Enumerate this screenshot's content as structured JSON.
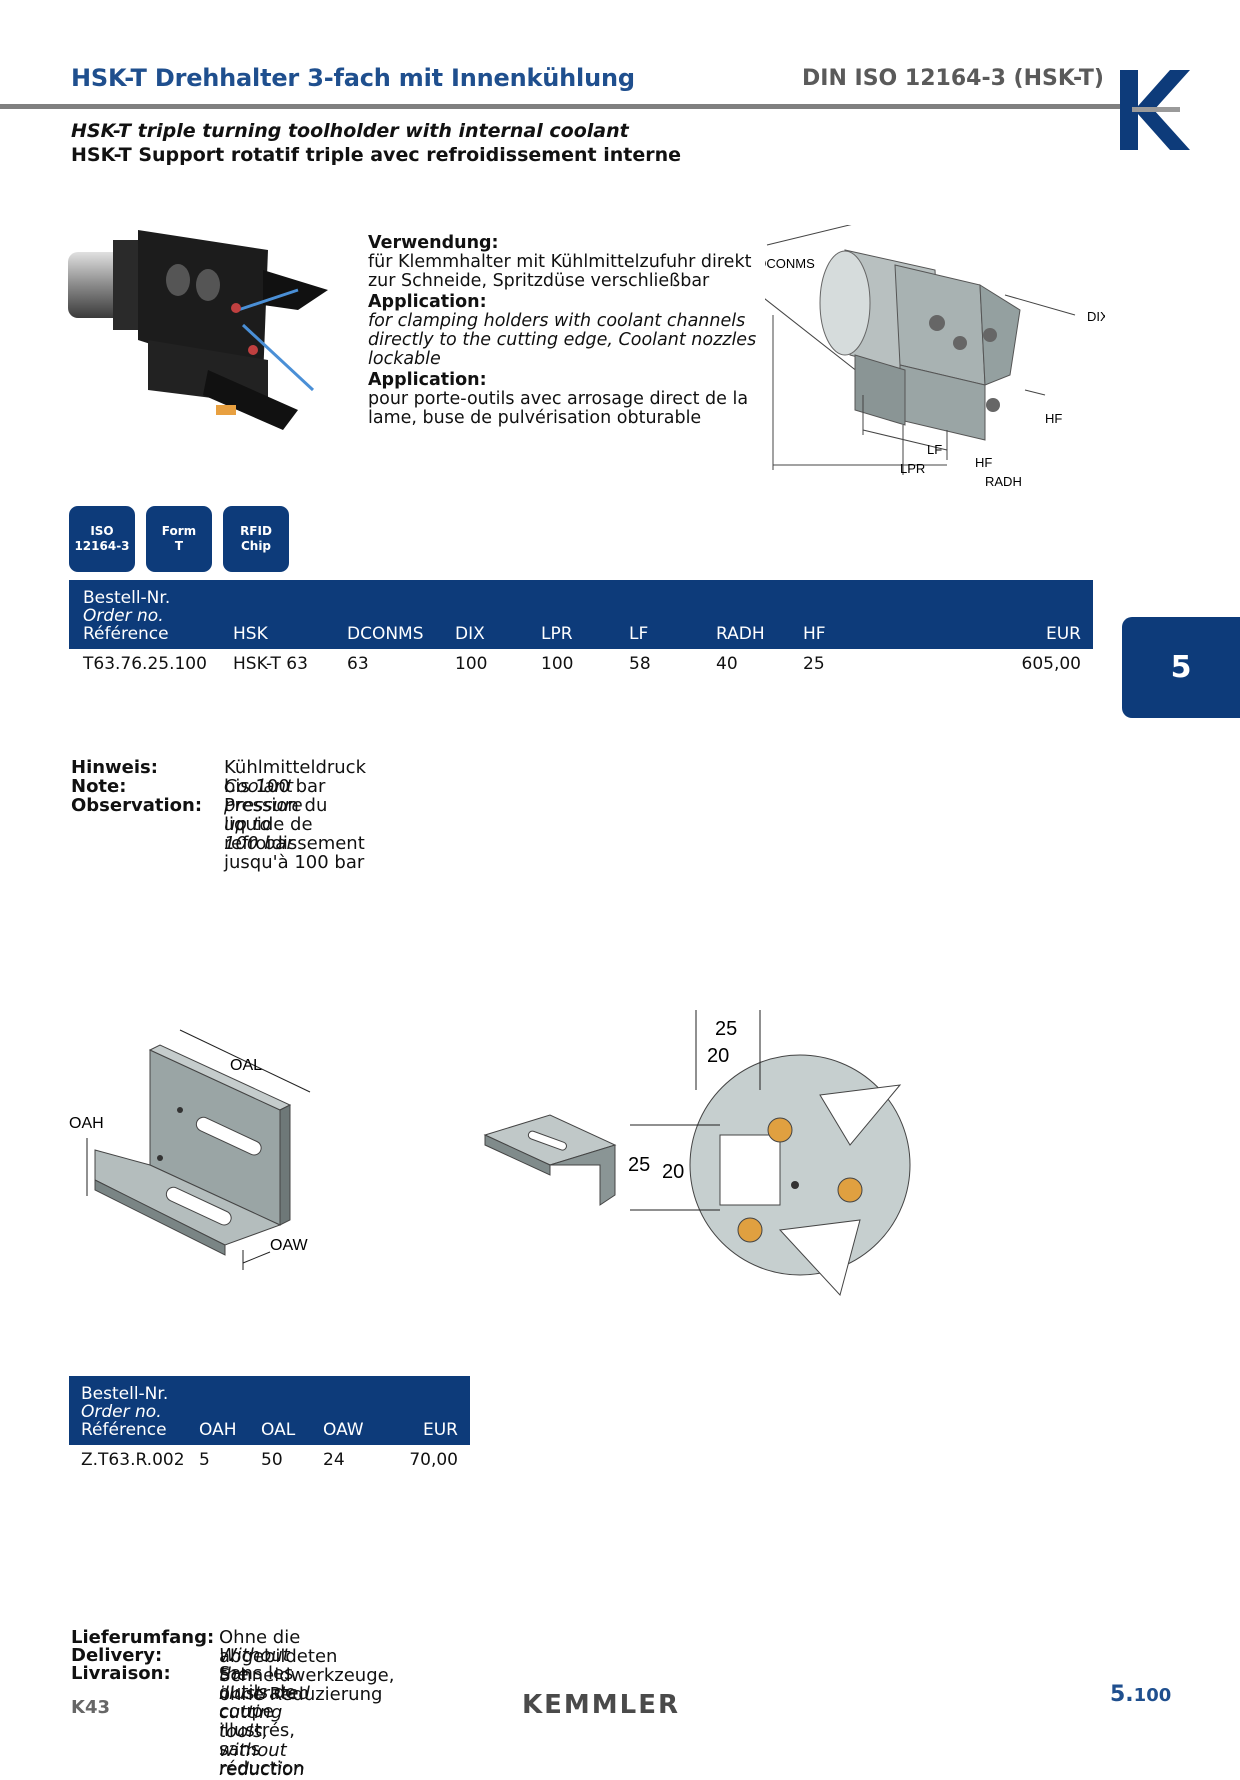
{
  "header": {
    "title_de": "HSK-T Drehhalter 3-fach mit Innenkühlung",
    "title_din": "DIN ISO 12164-3 (HSK-T)",
    "subtitle_en": "HSK-T triple turning toolholder with internal coolant",
    "subtitle_fr": "HSK-T Support rotatif triple avec refroidissement interne"
  },
  "description": {
    "de_label": "Verwendung:",
    "de_text": "für Klemmhalter mit Kühlmittelzufuhr direkt zur Schneide, Spritzdüse verschließbar",
    "en_label": "Application:",
    "en_text": "for clamping holders with coolant channels directly to the cutting edge, Coolant nozzles lockable",
    "fr_label": "Application:",
    "fr_text": "pour porte-outils avec arrosage direct de la lame, buse de pulvérisation obturable"
  },
  "diagram1_labels": {
    "dconms": "DCONMS",
    "dix": "DIX",
    "hf": "HF",
    "lf": "LF",
    "lpr": "LPR",
    "hf2": "HF",
    "radh": "RADH"
  },
  "badges": [
    {
      "line1": "ISO",
      "line2": "12164-3"
    },
    {
      "line1": "Form",
      "line2": "T"
    },
    {
      "line1": "RFID",
      "line2": "Chip"
    }
  ],
  "table1": {
    "order_de": "Bestell-Nr.",
    "order_en": "Order no.",
    "order_fr": "Référence",
    "cols": [
      "HSK",
      "DCONMS",
      "DIX",
      "LPR",
      "LF",
      "RADH",
      "HF",
      "EUR"
    ],
    "row": [
      "T63.76.25.100",
      "HSK-T 63",
      "63",
      "100",
      "100",
      "58",
      "40",
      "25",
      "605,00"
    ]
  },
  "side_tab": "5",
  "note": {
    "de_label": "Hinweis:",
    "de_text": "Kühlmitteldruck bis 100 bar",
    "en_label": "Note:",
    "en_text": "Coolant pressure up to 100 bar",
    "fr_label": "Observation:",
    "fr_text": "Pression du liquide de refroidissement jusqu'à 100 bar"
  },
  "diagram2_labels": {
    "oal": "OAL",
    "oah": "OAH",
    "oaw": "OAW"
  },
  "diagram3_labels": {
    "d25a": "25",
    "d20a": "20",
    "d25b": "25",
    "d20b": "20"
  },
  "table2": {
    "order_de": "Bestell-Nr.",
    "order_en": "Order no.",
    "order_fr": "Référence",
    "cols": [
      "OAH",
      "OAL",
      "OAW",
      "EUR"
    ],
    "row": [
      "Z.T63.R.002",
      "5",
      "50",
      "24",
      "70,00"
    ]
  },
  "delivery": {
    "de_label": "Lieferumfang:",
    "de_text": "Ohne die abgebildeten Schneidwerkzeuge, ohne Reduzierung",
    "en_label": "Delivery:",
    "en_text": "Without the illustrated cutting tools, without reduction",
    "fr_label": "Livraison:",
    "fr_text": "Sans les outils de coupe illustrés, sans réduction"
  },
  "footer": {
    "code": "K43",
    "brand": "KEMMLER",
    "page_main": "5.",
    "page_sub": "100"
  },
  "colors": {
    "brand_blue": "#0d3b7a",
    "title_blue": "#1f4f8e",
    "rule_gray": "#808080"
  }
}
